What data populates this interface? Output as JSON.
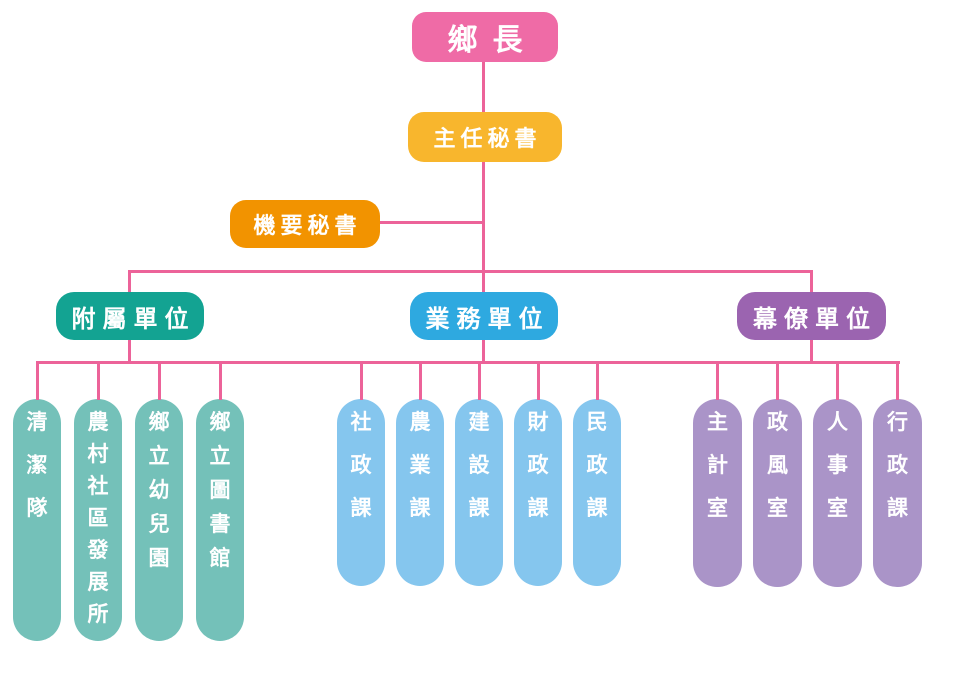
{
  "diagram_title": "Township office organization chart",
  "root": {
    "label": "鄉長"
  },
  "secretary": {
    "label": "主任秘書"
  },
  "confidential_secretary": {
    "label": "機要秘書"
  },
  "branches": [
    {
      "id": "affiliated",
      "label": "附屬單位",
      "header_color": "#13a392",
      "pill_color": "#74c1b9",
      "children": [
        "清潔隊",
        "農村社區發展所",
        "鄉立幼兒園",
        "鄉立圖書館"
      ]
    },
    {
      "id": "business",
      "label": "業務單位",
      "header_color": "#2ea9e0",
      "pill_color": "#85c6ee",
      "children": [
        "社政課",
        "農業課",
        "建設課",
        "財政課",
        "民政課"
      ]
    },
    {
      "id": "staff",
      "label": "幕僚單位",
      "header_color": "#9b64b0",
      "pill_color": "#aa94c8",
      "children": [
        "主計室",
        "政風室",
        "人事室",
        "行政課"
      ]
    }
  ],
  "colors": {
    "root_box": "#ef6ba6",
    "secretary_box": "#f8b62d",
    "confidential_box": "#f29300",
    "connector_line": "#ec6399",
    "text": "#ffffff",
    "background": "#ffffff"
  }
}
